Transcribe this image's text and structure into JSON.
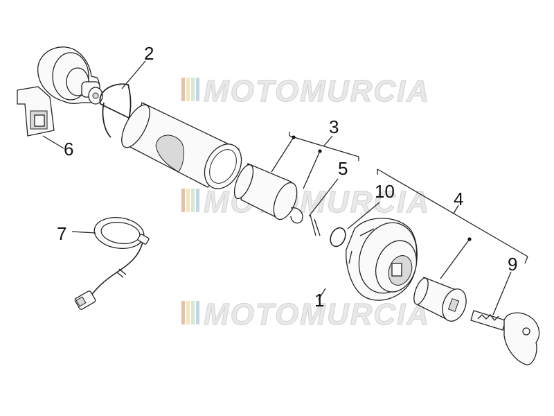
{
  "watermark": {
    "text": "MOTOMURCIA",
    "stripe_colors": [
      "#e2b3a8",
      "#efe3a6",
      "#cfe5c7",
      "#b8cfe3"
    ]
  },
  "labels": [
    {
      "id": "label-1",
      "text": "1"
    },
    {
      "id": "label-2",
      "text": "2"
    },
    {
      "id": "label-3",
      "text": "3"
    },
    {
      "id": "label-4",
      "text": "4"
    },
    {
      "id": "label-5",
      "text": "5"
    },
    {
      "id": "label-6",
      "text": "6"
    },
    {
      "id": "label-7",
      "text": "7"
    },
    {
      "id": "label-9",
      "text": "9"
    },
    {
      "id": "label-10",
      "text": "10"
    }
  ]
}
